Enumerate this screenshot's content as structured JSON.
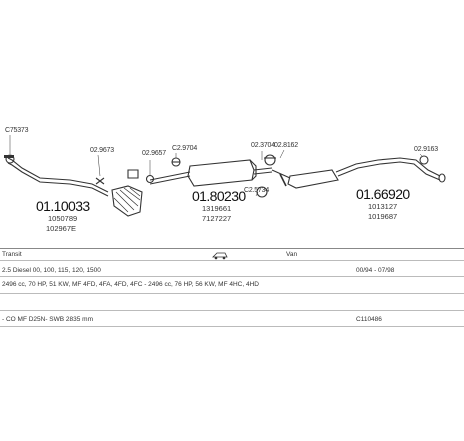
{
  "diagram": {
    "callouts": {
      "c1": "C75373",
      "c2": "02.9673",
      "c3": "02.9657",
      "c4": "C2.9704",
      "c5": "02.3704",
      "c6": "02.8162",
      "c7": "C2.5734",
      "c8": "02.9163"
    },
    "parts": [
      {
        "number": "01.10033",
        "refs": [
          "1050789",
          "102967E"
        ]
      },
      {
        "number": "01.80230",
        "refs": [
          "1319661",
          "7127227"
        ]
      },
      {
        "number": "01.66920",
        "refs": [
          "1013127",
          "1019687"
        ]
      }
    ]
  },
  "info": {
    "model": "Transit",
    "body_type": "Van",
    "engine": "2.5 Diesel  00, 100, 115, 120, 1500",
    "dates": "00/94 - 07/98",
    "specs": "2496 cc, 70 HP, 51 KW, MF 4FD, 4FA, 4FD, 4FC - 2496 cc, 76 HP, 56 KW, MF 4HC, 4HD",
    "chassis": "- CO MF D25N- SWB 2835 mm",
    "code": "C110486"
  }
}
